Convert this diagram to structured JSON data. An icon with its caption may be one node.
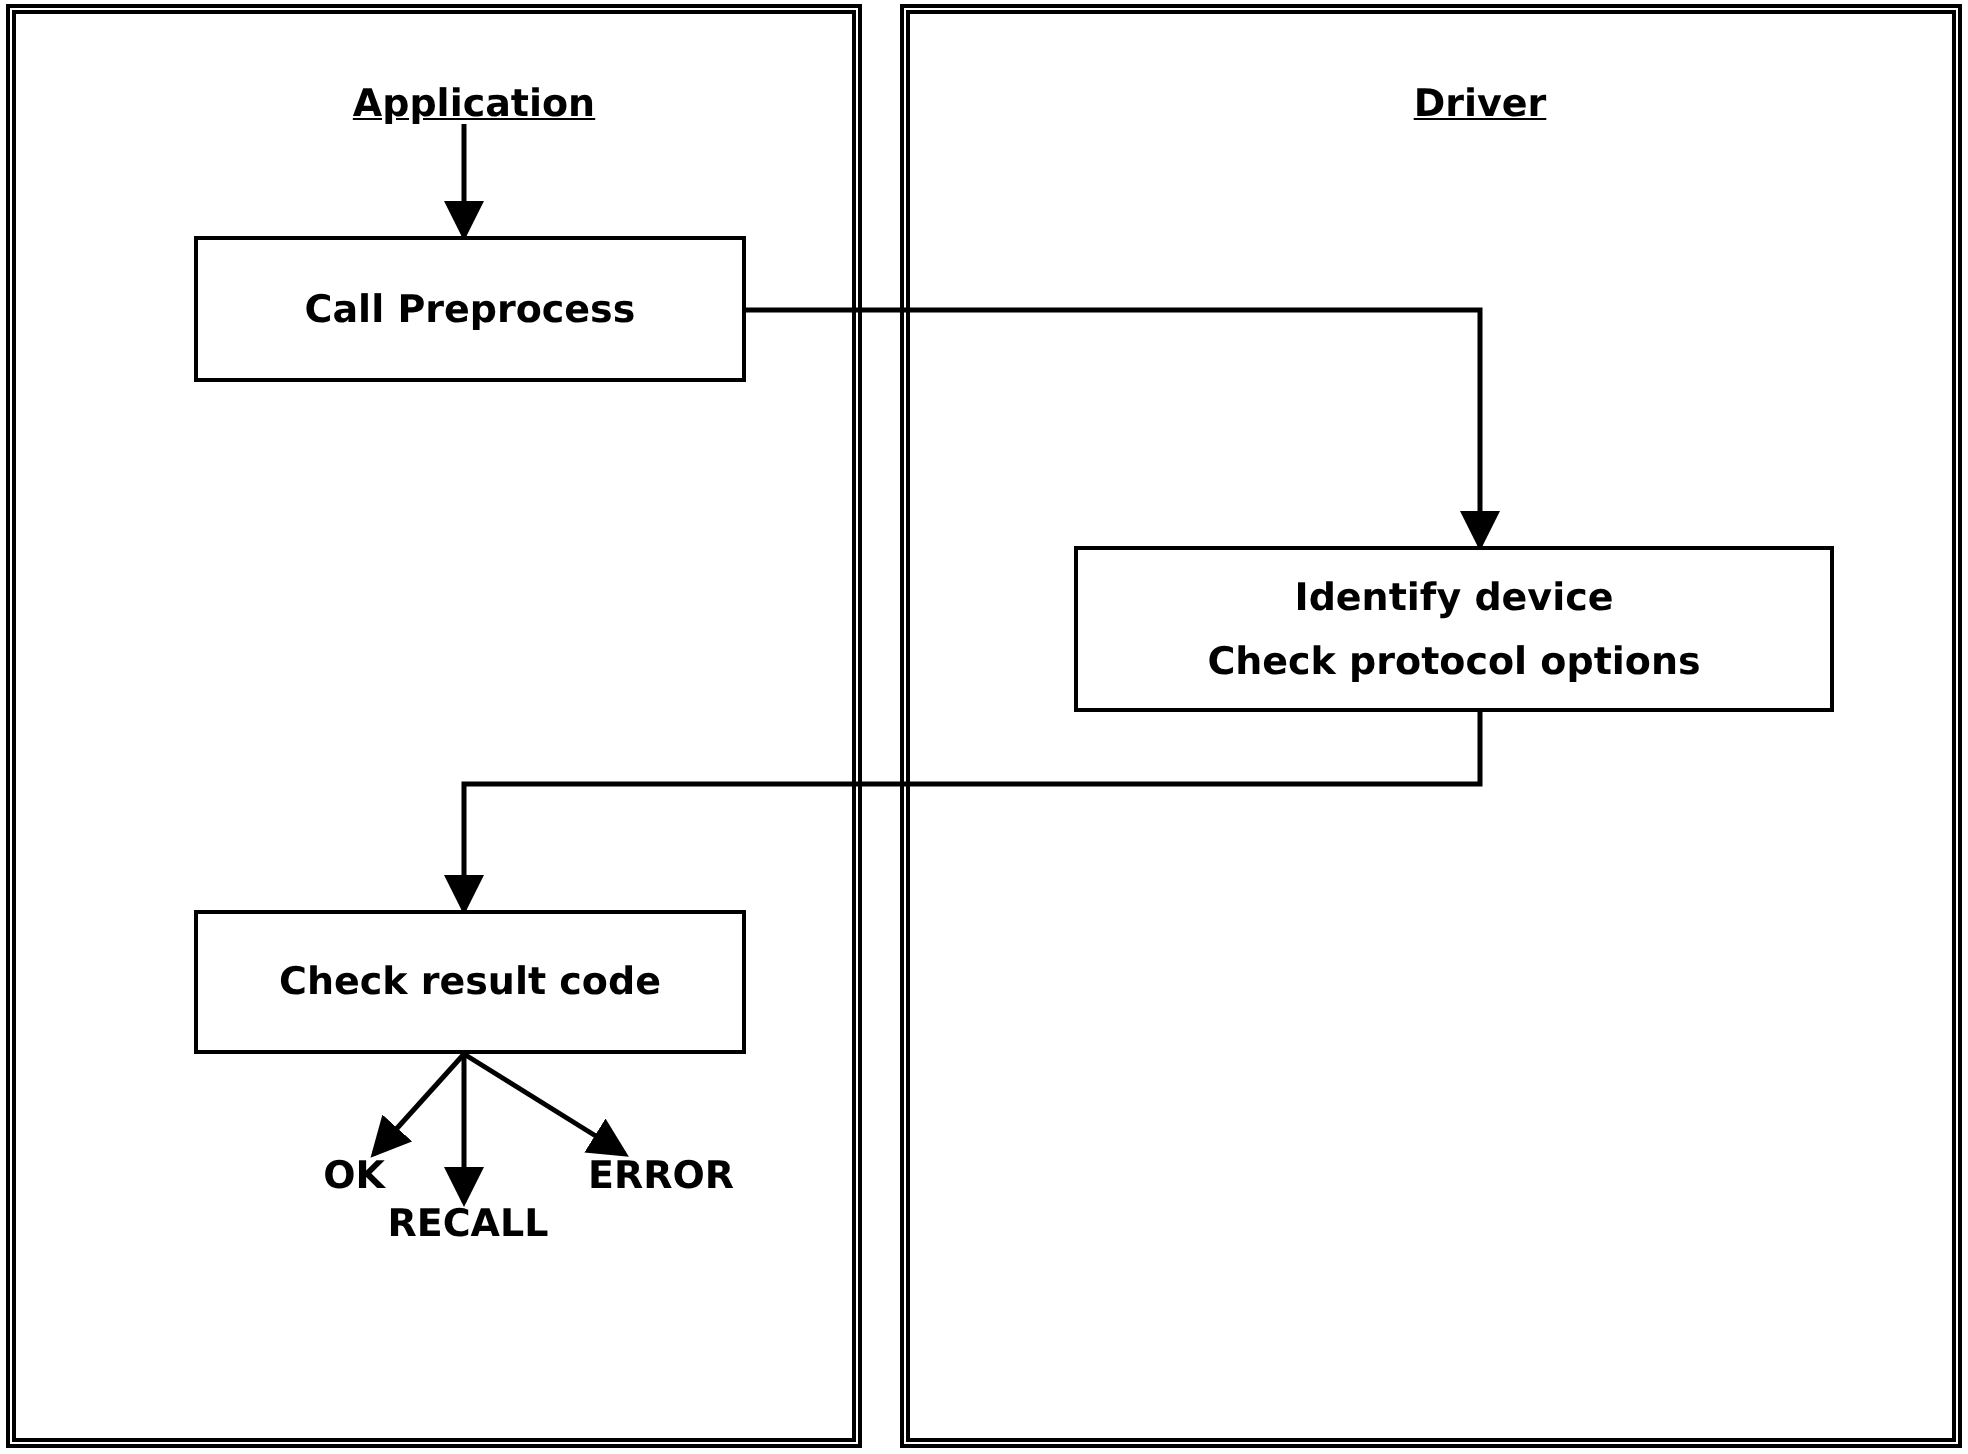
{
  "diagram": {
    "nodes": [
      {
        "text": [
          "Application"
        ]
      },
      {
        "text": [
          "Driver"
        ]
      },
      {
        "text": [
          "Call Preprocess"
        ],
        "in": 0
      },
      {
        "text": [
          "Identify device",
          "Check protocol options"
        ],
        "in": 1
      },
      {
        "text": [
          "Check result code"
        ],
        "in": 0
      },
      {
        "text": [
          "OK"
        ],
        "in": 0
      },
      {
        "text": [
          "RECALL"
        ],
        "in": 0
      },
      {
        "text": [
          "ERROR"
        ],
        "in": 0
      }
    ],
    "edges": [
      {
        "from": null,
        "to": 2,
        "arrow": "to"
      },
      {
        "from": 2,
        "to": 3,
        "arrow": "to"
      },
      {
        "from": 3,
        "to": 4,
        "arrow": "to"
      },
      {
        "from": 4,
        "to": 5,
        "arrow": "to"
      },
      {
        "from": 4,
        "to": 6,
        "arrow": "to"
      },
      {
        "from": 4,
        "to": 7,
        "arrow": "to"
      }
    ]
  }
}
